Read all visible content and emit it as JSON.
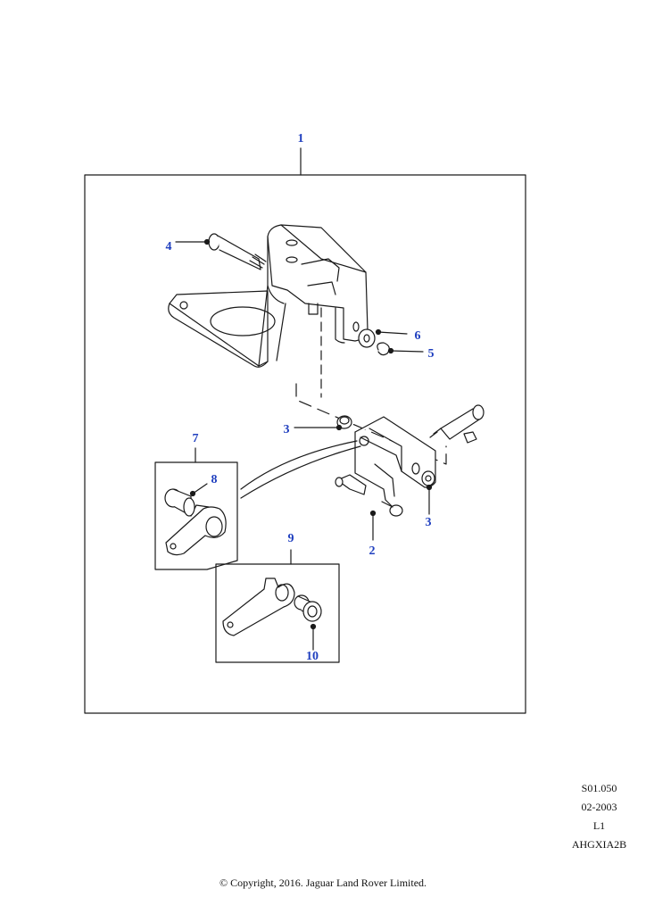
{
  "diagram": {
    "callouts": [
      {
        "id": "c1",
        "label": "1"
      },
      {
        "id": "c2",
        "label": "2"
      },
      {
        "id": "c3a",
        "label": "3"
      },
      {
        "id": "c3b",
        "label": "3"
      },
      {
        "id": "c4",
        "label": "4"
      },
      {
        "id": "c5",
        "label": "5"
      },
      {
        "id": "c6",
        "label": "6"
      },
      {
        "id": "c7",
        "label": "7"
      },
      {
        "id": "c8",
        "label": "8"
      },
      {
        "id": "c9",
        "label": "9"
      },
      {
        "id": "c10",
        "label": "10"
      }
    ],
    "colors": {
      "callout": "#1f3fbf",
      "line": "#1a1a1a"
    }
  },
  "footer": {
    "ref_code": "S01.050",
    "date": "02-2003",
    "level": "L1",
    "illustration_id": "AHGXIA2B",
    "copyright": "© Copyright, 2016. Jaguar Land Rover Limited."
  }
}
